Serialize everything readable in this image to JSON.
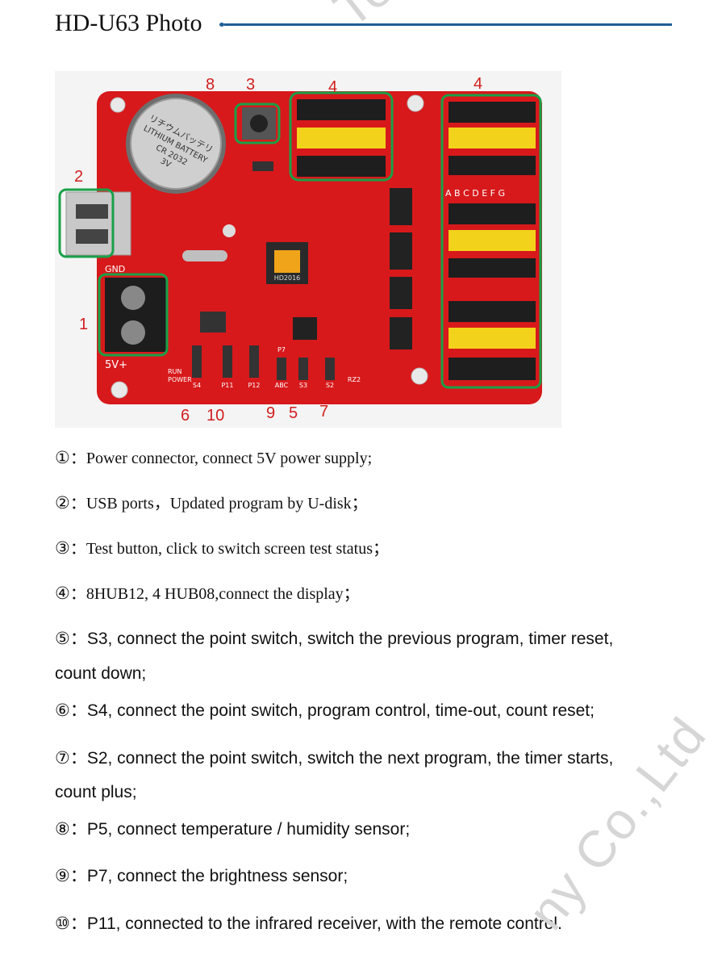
{
  "header": {
    "title": "HD-U63 Photo"
  },
  "board": {
    "labels": [
      "8",
      "3",
      "4",
      "4",
      "2",
      "1",
      "6",
      "10",
      "9",
      "5",
      "7"
    ],
    "chip_text": "HD2016",
    "battery_text": "LITHIUM BATTERY",
    "battery_jp": "リチウムバッテリ",
    "battery_model": "CR 2032",
    "battery_volt": "3V",
    "gnd_label": "GND",
    "v5_label": "5V+",
    "run_label": "RUN",
    "power_label": "POWER",
    "connector_labels": [
      "S4",
      "P11",
      "P12",
      "ABC",
      "S3",
      "S2",
      "P7",
      "RZ2"
    ],
    "hub_letters": "A B C D E F G"
  },
  "callouts": [
    {
      "num": "①",
      "text": "：Power connector, connect 5V power supply;"
    },
    {
      "num": "②",
      "text": "：USB ports，Updated program by U-disk；"
    },
    {
      "num": "③",
      "text": "：Test button, click to switch screen test status；"
    },
    {
      "num": "④",
      "text": "：8HUB12, 4 HUB08,connect the display；"
    },
    {
      "num": "⑤",
      "text": "：S3, connect the point switch, switch the previous program, timer reset,"
    },
    {
      "num": "",
      "text": "count down;"
    },
    {
      "num": "⑥",
      "text": "：S4, connect the point switch, program control, time-out, count reset;"
    },
    {
      "num": "⑦",
      "text": "：S2, connect the point switch, switch the next program, the timer starts,"
    },
    {
      "num": "",
      "text": "count plus;"
    },
    {
      "num": "⑧",
      "text": "：P5, connect temperature / humidity sensor;"
    },
    {
      "num": "⑨",
      "text": "：P7, connect the brightness sensor;"
    },
    {
      "num": "⑩",
      "text": "：P11, connected to the infrared receiver, with the remote control."
    }
  ],
  "watermark": {
    "top": "Tech",
    "bottom": "ny Co.,Ltd"
  },
  "colors": {
    "pcb": "#d7191b",
    "accent": "#1f5f96",
    "highlight": "#1aa048",
    "label": "#d21e1e"
  }
}
